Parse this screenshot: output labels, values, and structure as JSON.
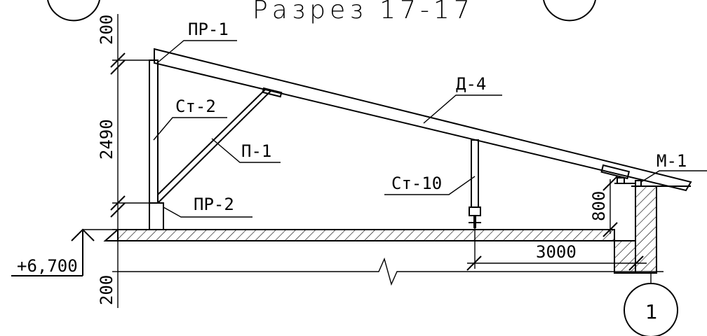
{
  "title": "Разрез 17-17",
  "labels": {
    "pr1": "ПР-1",
    "st2": "Ст-2",
    "p1": "П-1",
    "pr2": "ПР-2",
    "d4": "Д-4",
    "st10": "Ст-10",
    "m1": "М-1"
  },
  "dimensions": {
    "top_200": "200",
    "height_2490": "2490",
    "bottom_200": "200",
    "right_800": "800",
    "span_3000": "3000"
  },
  "elevation": "+6,700",
  "axis_mark": "1"
}
